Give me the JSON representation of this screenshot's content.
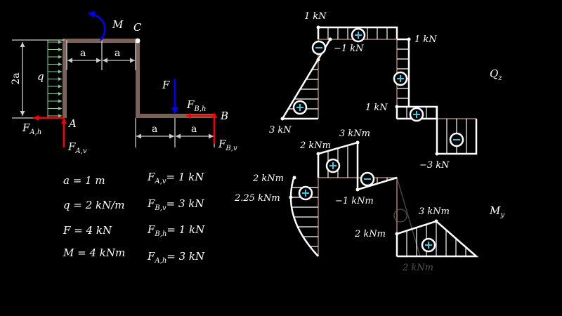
{
  "structure": {
    "labels": {
      "M": "M",
      "C": "C",
      "A": "A",
      "B": "B",
      "F": "F",
      "q": "q",
      "height": "2a",
      "a": "a"
    },
    "reactions": {
      "FAh": {
        "main": "F",
        "sub": "A,h"
      },
      "FAv": {
        "main": "F",
        "sub": "A,v"
      },
      "FBh": {
        "main": "F",
        "sub": "B,h"
      },
      "FBv": {
        "main": "F",
        "sub": "B,v"
      }
    },
    "colors": {
      "beam": "#7a6258",
      "reaction": "#ff0000",
      "applied": "#0000ff",
      "load": "#7fd67f",
      "dimension": "#cccccc"
    }
  },
  "given": [
    {
      "lhs": "a",
      "rhs": "= 1 m"
    },
    {
      "lhs": "q",
      "rhs": "= 2 kN/m"
    },
    {
      "lhs": "F",
      "rhs": "= 4 kN"
    },
    {
      "lhs": "M",
      "rhs": "= 4 kNm"
    }
  ],
  "results": [
    {
      "main": "F",
      "sub": "A,v",
      "rhs": "= 1 kN"
    },
    {
      "main": "F",
      "sub": "B,v",
      "rhs": "= 3 kN"
    },
    {
      "main": "F",
      "sub": "B,h",
      "rhs": "= 1 kN"
    },
    {
      "main": "F",
      "sub": "A,h",
      "rhs": "= 3 kN"
    }
  ],
  "shear_diagram": {
    "title": {
      "main": "Q",
      "sub": "z"
    },
    "values": [
      "1 kN",
      "−1 kN",
      "1 kN",
      "3 kN",
      "1 kN",
      "−3 kN"
    ],
    "signs": [
      "+",
      "−",
      "+",
      "+",
      "+",
      "−"
    ],
    "sign_color": "#3ec6e6"
  },
  "moment_diagram": {
    "title": {
      "main": "M",
      "sub": "y"
    },
    "values": [
      "2 kNm",
      "3 kNm",
      "2 kNm",
      "2.25 kNm",
      "−1 kNm",
      "3 kNm",
      "2 kNm",
      "2 kNm"
    ],
    "signs": [
      "+",
      "+",
      "−",
      "+",
      "+"
    ]
  }
}
